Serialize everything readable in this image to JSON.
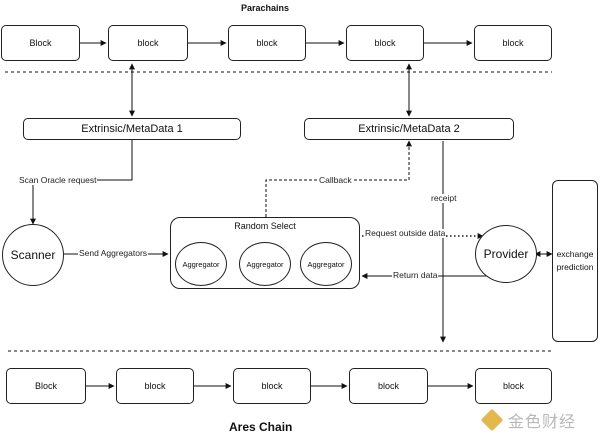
{
  "top_chain": {
    "title": "Parachains",
    "blocks": [
      "Block",
      "block",
      "block",
      "block",
      "block"
    ]
  },
  "bottom_chain": {
    "title": "Ares Chain",
    "blocks": [
      "Block",
      "block",
      "block",
      "block",
      "block"
    ]
  },
  "extrinsics": [
    "Extrinsic/MetaData 1",
    "Extrinsic/MetaData 2"
  ],
  "random_select": {
    "title": "Random Select",
    "aggregators": [
      "Aggregator",
      "Aggregator",
      "Aggregator"
    ]
  },
  "nodes": {
    "scanner": "Scanner",
    "provider": "Provider",
    "exchange_line1": "exchange",
    "exchange_line2": "prediction"
  },
  "edge_labels": {
    "scan_request": "Scan Oracle request",
    "callback": "Callback",
    "receipt": "receipt",
    "send_aggregators": "Send Aggregators",
    "request_outside": "Request outside data",
    "return_data": "Return data"
  },
  "watermark": {
    "text": "金色财经"
  }
}
